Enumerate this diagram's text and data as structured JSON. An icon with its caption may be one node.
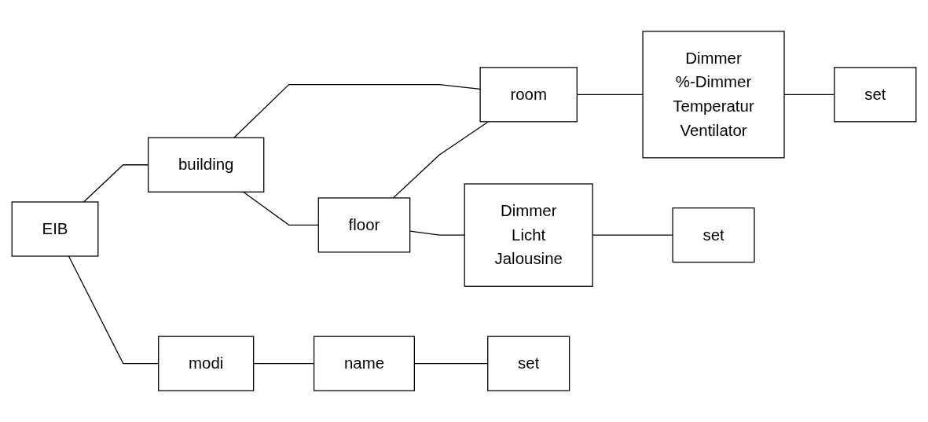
{
  "diagram": {
    "nodes": [
      {
        "text": [
          "EIB"
        ]
      },
      {
        "text": [
          "building"
        ]
      },
      {
        "text": [
          "floor"
        ]
      },
      {
        "text": [
          "room"
        ]
      },
      {
        "text": [
          "Dimmer",
          "%-Dimmer",
          "Temperatur",
          "Ventilator"
        ]
      },
      {
        "text": [
          "Dimmer",
          "Licht",
          "Jalousine"
        ]
      },
      {
        "text": [
          "set"
        ]
      },
      {
        "text": [
          "set"
        ]
      },
      {
        "text": [
          "modi"
        ]
      },
      {
        "text": [
          "name"
        ]
      },
      {
        "text": [
          "set"
        ]
      }
    ],
    "edges": [
      {
        "from": 0,
        "to": 1,
        "arrow": "none"
      },
      {
        "from": 1,
        "to": 2,
        "arrow": "none"
      },
      {
        "from": 2,
        "to": 3,
        "arrow": "none"
      },
      {
        "from": 3,
        "to": 4,
        "arrow": "none"
      },
      {
        "from": 1,
        "to": 3,
        "arrow": "none"
      },
      {
        "from": 2,
        "to": 5,
        "arrow": "none"
      },
      {
        "from": 5,
        "to": 6,
        "arrow": "none"
      },
      {
        "from": 4,
        "to": 7,
        "arrow": "none"
      },
      {
        "from": 0,
        "to": 8,
        "arrow": "none"
      },
      {
        "from": 8,
        "to": 9,
        "arrow": "none"
      },
      {
        "from": 9,
        "to": 10,
        "arrow": "none"
      }
    ]
  }
}
